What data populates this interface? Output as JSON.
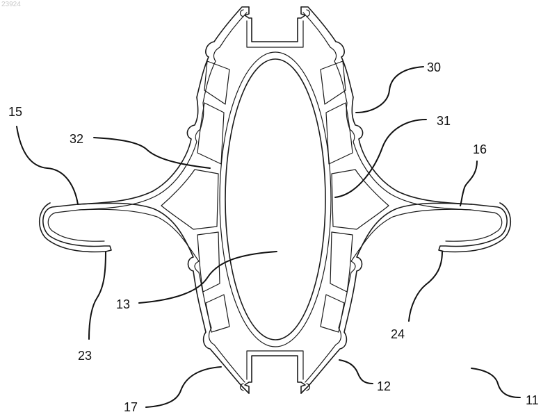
{
  "figure": {
    "corner_id": "23924",
    "labels": {
      "l11": "11",
      "l12": "12",
      "l13": "13",
      "l15": "15",
      "l16": "16",
      "l17": "17",
      "l23": "23",
      "l24": "24",
      "l30": "30",
      "l31": "31",
      "l32": "32"
    }
  }
}
